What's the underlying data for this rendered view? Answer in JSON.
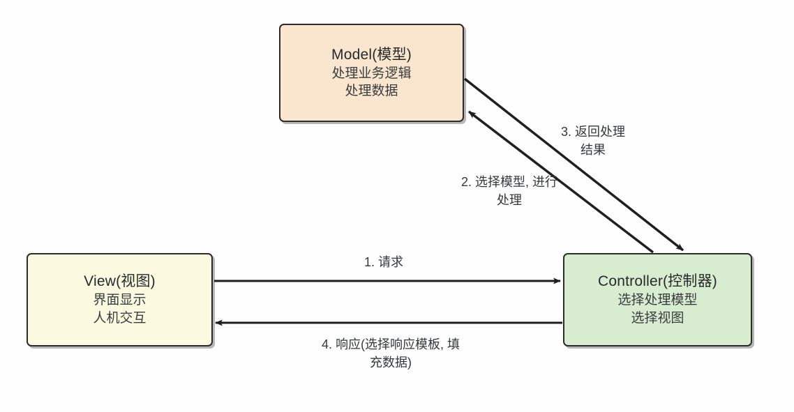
{
  "diagram": {
    "background_color": "#fefefe",
    "stroke_color": "#2b2b2b",
    "text_color": "#35383a",
    "nodes": [
      {
        "id": "model",
        "title": "Model(模型)",
        "lines": [
          "处理业务逻辑",
          "处理数据"
        ],
        "fill": "#fae5ce"
      },
      {
        "id": "view",
        "title": "View(视图)",
        "lines": [
          "界面显示",
          "人机交互"
        ],
        "fill": "#fbfae1"
      },
      {
        "id": "controller",
        "title": "Controller(控制器)",
        "lines": [
          "选择处理模型",
          "选择视图"
        ],
        "fill": "#d8edd0"
      }
    ],
    "edges": [
      {
        "id": "edge-1",
        "from": "view",
        "to": "controller",
        "label_line1": "1. 请求",
        "label_line2": ""
      },
      {
        "id": "edge-2",
        "from": "controller",
        "to": "model",
        "label_line1": "2. 选择模型, 进行",
        "label_line2": "处理"
      },
      {
        "id": "edge-3",
        "from": "model",
        "to": "controller",
        "label_line1": "3. 返回处理",
        "label_line2": "结果"
      },
      {
        "id": "edge-4",
        "from": "controller",
        "to": "view",
        "label_line1": "4. 响应(选择响应模板, 填",
        "label_line2": "充数据)"
      }
    ]
  }
}
